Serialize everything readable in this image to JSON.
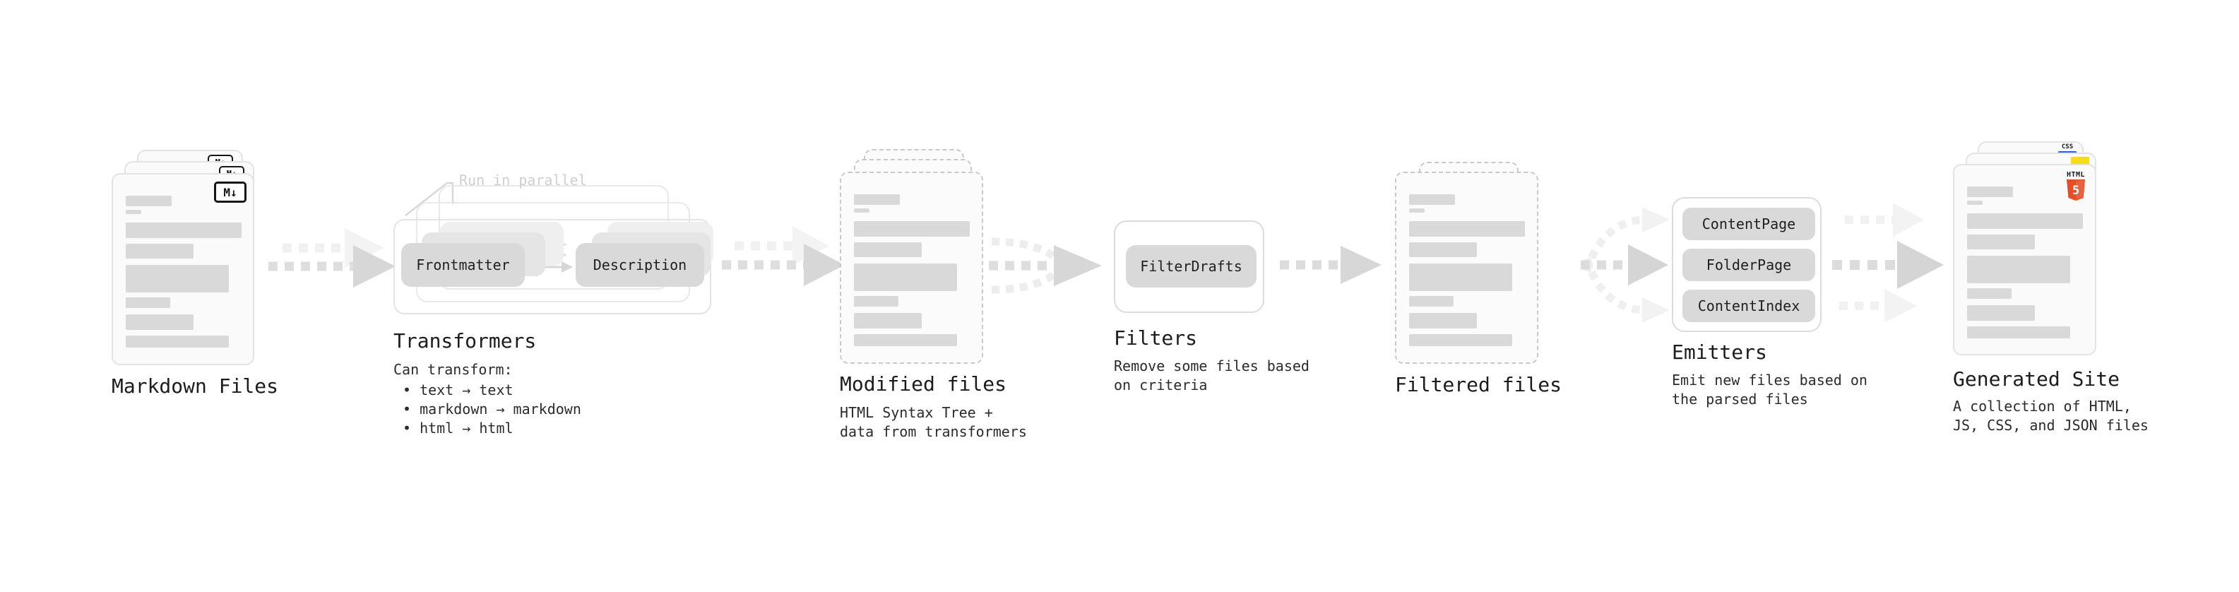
{
  "diagram": {
    "markdown": {
      "label": "Markdown Files",
      "badge": "M↓"
    },
    "transformers": {
      "label": "Transformers",
      "note": "Run in parallel",
      "pill_left": "Frontmatter",
      "pill_right": "Description",
      "subtitle": "Can transform:",
      "bullets": [
        "• text → text",
        "• markdown → markdown",
        "• html → html"
      ]
    },
    "modified": {
      "label": "Modified files",
      "description": "HTML Syntax Tree +\ndata from transformers"
    },
    "filters": {
      "label": "Filters",
      "pill": "FilterDrafts",
      "description": "Remove some files based\non criteria"
    },
    "filtered": {
      "label": "Filtered files"
    },
    "emitters": {
      "label": "Emitters",
      "pills": [
        "ContentPage",
        "FolderPage",
        "ContentIndex"
      ],
      "description": "Emit new files based on\nthe parsed files"
    },
    "generated": {
      "label": "Generated Site",
      "description": "A collection of HTML,\nJS, CSS, and JSON files",
      "badges": {
        "css": "CSS",
        "html_word": "HTML",
        "html_five": "5"
      }
    }
  },
  "colors": {
    "html5_orange": "#e44d26",
    "js_yellow": "#f5de19",
    "css_blue": "#2962f1",
    "bar_gray": "#d9d9d9",
    "arrow_gray": "#dedede",
    "arrow_ghost": "#f1f1f1"
  },
  "decor_bars": {
    "items": [
      {
        "w": 39,
        "h": 15,
        "mt": 30
      },
      {
        "w": 13,
        "h": 6,
        "mt": 5
      },
      {
        "w": 99,
        "h": 22,
        "mt": 12
      },
      {
        "w": 58,
        "h": 21,
        "mt": 8
      },
      {
        "w": 88,
        "h": 39,
        "mt": 9
      },
      {
        "w": 38,
        "h": 15,
        "mt": 7
      },
      {
        "w": 58,
        "h": 22,
        "mt": 9
      },
      {
        "w": 88,
        "h": 17,
        "mt": 8
      }
    ]
  }
}
